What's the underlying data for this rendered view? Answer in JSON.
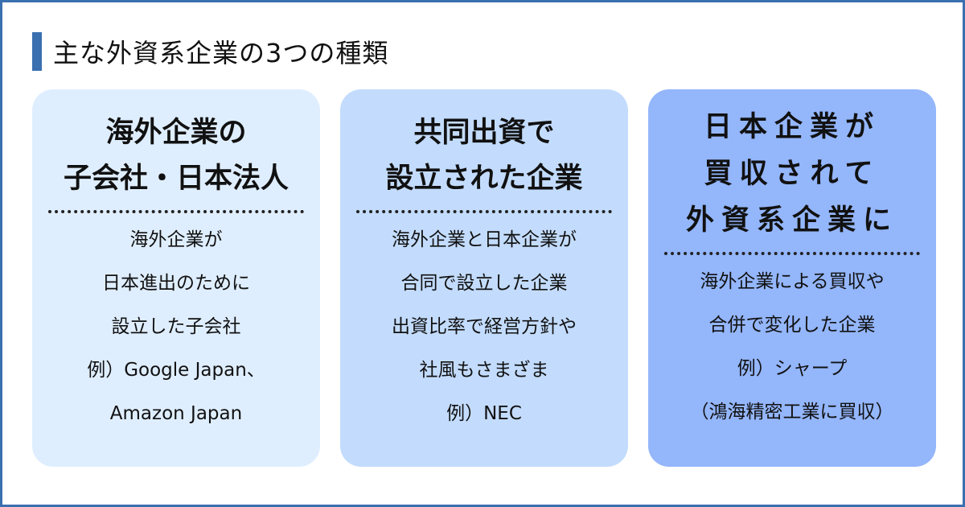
{
  "title": "主な外資系企業の3つの種類",
  "accent_color": "#3a6fb0",
  "cards": [
    {
      "color": "#dfeeff",
      "heading": [
        "海外企業の",
        "子会社・日本法人"
      ],
      "body": [
        "海外企業が",
        "日本進出のために",
        "設立した子会社",
        "例）Google Japan、",
        "Amazon Japan"
      ]
    },
    {
      "color": "#c3dcfd",
      "heading": [
        "共同出資で",
        "設立された企業"
      ],
      "body": [
        "海外企業と日本企業が",
        "合同で設立した企業",
        "出資比率で経営方針や",
        "社風もさまざま",
        "例）NEC"
      ]
    },
    {
      "color": "#94b6fb",
      "heading": [
        "日本企業が",
        "買収されて",
        "外資系企業に"
      ],
      "body": [
        "海外企業による買収や",
        "合併で変化した企業",
        "例）シャープ",
        "（鴻海精密工業に買収）"
      ]
    }
  ]
}
